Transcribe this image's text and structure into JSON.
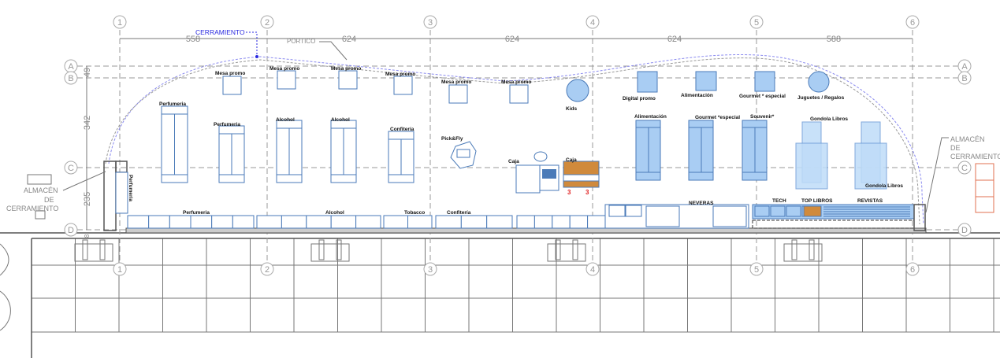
{
  "grid": {
    "columns": [
      "1",
      "2",
      "3",
      "4",
      "5",
      "6"
    ],
    "rows": [
      "A",
      "B",
      "C",
      "D"
    ]
  },
  "dimensions": {
    "horizontal": [
      "558",
      "624",
      "624",
      "624",
      "588"
    ],
    "vertical": [
      "49",
      "342",
      "235"
    ],
    "wall": "8"
  },
  "annotations": {
    "cerramiento": "CERRAMIENTO",
    "portico": "PORTICO",
    "almacen_left": [
      "ALMACÉN",
      "DE",
      "CERRAMIENTO"
    ],
    "almacen_right": [
      "ALMACÉN",
      "DE",
      "CERRAMIENTO"
    ]
  },
  "fixtures": {
    "mesa_promo": [
      "Mesa promo",
      "Mesa promo",
      "Mesa promo",
      "Mesa promo",
      "Mesa promo",
      "Mesa promo"
    ],
    "perfumeria_1": "Perfumeria",
    "perfumeria_2": "Perfumeria",
    "alcohol_1": "Alcohol",
    "alcohol_2": "Alcohol",
    "confiteria": "Confitería",
    "pickfly": "Pick&Fly",
    "kids": "Kids",
    "caja_1": "Caja",
    "caja_2": "Caja",
    "digital_promo": "Digital promo",
    "alimentacion_small": "Alimentación",
    "gourmet_small": "Gourmet * especial",
    "juguetes": "Juguetes / Regalos",
    "alimentacion_big": "Alimentación",
    "gourmet_big": "Gourmet *especial",
    "souvenir": "Souvenir*",
    "gondola_1": "Gondola Libros",
    "gondola_2": "Gondola Libros",
    "perfumeria_side": "Perfumeria"
  },
  "wall_counters": {
    "perfumeria": "Perfumeria",
    "alcohol": "Alcohol",
    "tobacco": "Tobacco",
    "confiteria": "Confitería",
    "neveras": "NEVERAS",
    "tech": "TECH",
    "top_libros": "TOP LIBROS",
    "revistas": "REVISTAS"
  },
  "colors": {
    "cerramiento": "#2a2ae0",
    "fixture": "#4a7ab8",
    "caja": "#d08a3c",
    "storage": "#e07050"
  }
}
